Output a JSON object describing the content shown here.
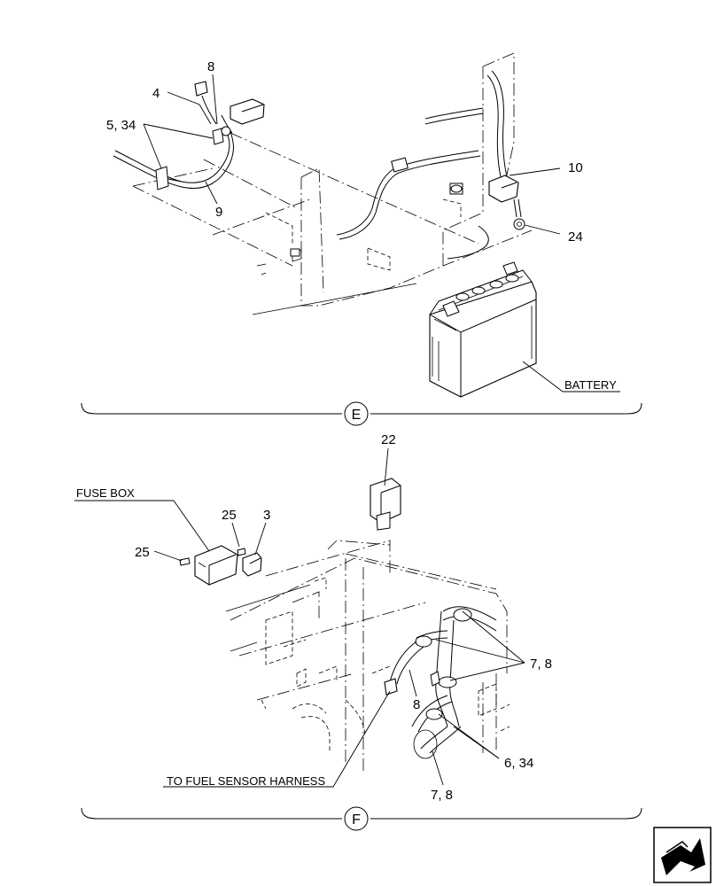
{
  "sections": {
    "top": {
      "id": "E",
      "callouts": {
        "c8": "8",
        "c4": "4",
        "c5_34": "5, 34",
        "c9": "9",
        "c10": "10",
        "c24": "24",
        "battery": "BATTERY"
      }
    },
    "bottom": {
      "id": "F",
      "callouts": {
        "c22": "22",
        "fuse_box": "FUSE BOX",
        "c25a": "25",
        "c3": "3",
        "c25b": "25",
        "c7_8a": "7, 8",
        "c8": "8",
        "c6_34": "6, 34",
        "c7_8b": "7, 8",
        "fuel": "TO FUEL SENSOR HARNESS"
      }
    }
  },
  "nav_icon": "next-page-arrow-icon"
}
